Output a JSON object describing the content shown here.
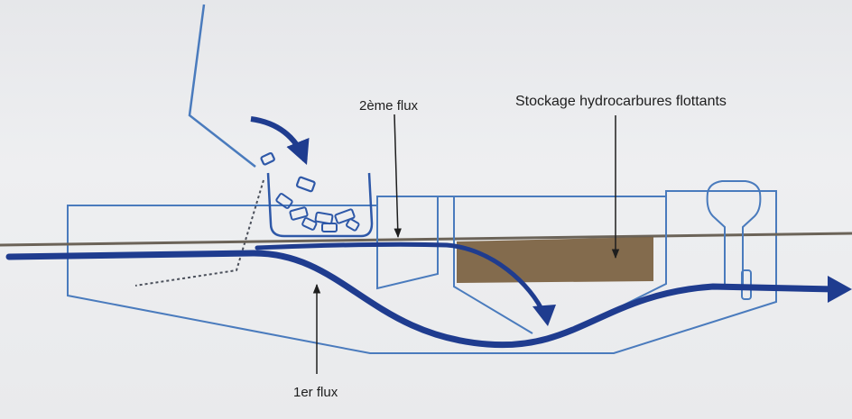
{
  "labels": {
    "second_flow": "2ème flux",
    "storage": "Stockage hydrocarbures flottants",
    "first_flow": "1er flux"
  },
  "colors": {
    "line": "#4a7bbd",
    "flow": "#1f3c8f",
    "oil": "#7a5f3f",
    "surface": "#6b6358",
    "text": "#1e1e1e",
    "background": "#eceef0"
  }
}
